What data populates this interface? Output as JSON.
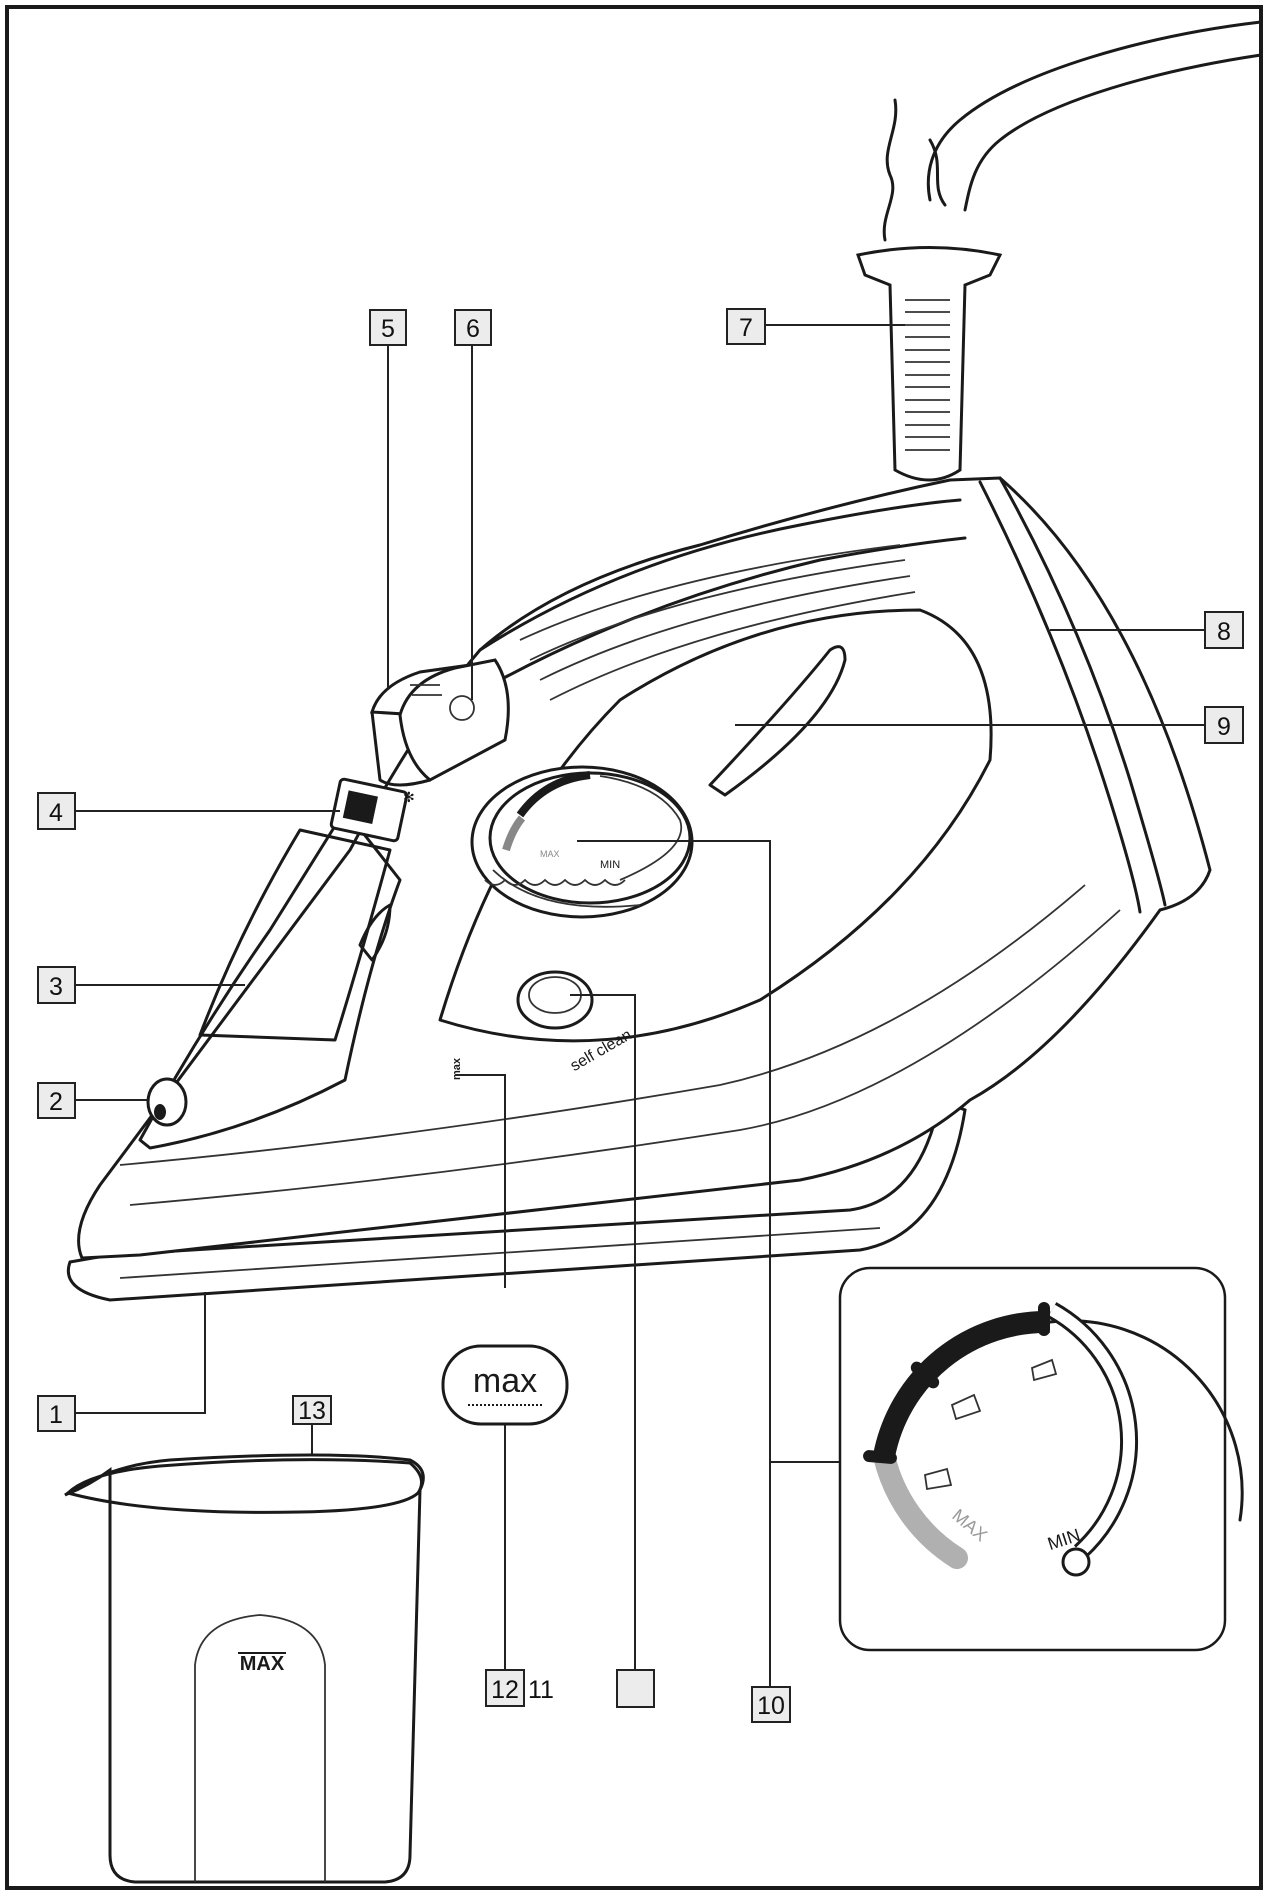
{
  "callouts": [
    {
      "id": "c1",
      "label": "1"
    },
    {
      "id": "c2",
      "label": "2"
    },
    {
      "id": "c3",
      "label": "3"
    },
    {
      "id": "c4",
      "label": "4"
    },
    {
      "id": "c5",
      "label": "5"
    },
    {
      "id": "c6",
      "label": "6"
    },
    {
      "id": "c7",
      "label": "7"
    },
    {
      "id": "c8",
      "label": "8"
    },
    {
      "id": "c9",
      "label": "9"
    },
    {
      "id": "c10",
      "label": "10"
    },
    {
      "id": "c12",
      "label": "12"
    },
    {
      "id": "c13",
      "label": "13"
    },
    {
      "id": "c11",
      "label": ""
    }
  ],
  "extra_label_11": "11",
  "iron_labels": {
    "self_clean": "self clean",
    "dial_max": "MAX",
    "dial_min": "MIN",
    "tank_max": "max"
  },
  "max_badge": "max",
  "jug_max": "MAX",
  "inset_dial": {
    "max_label": "MAX",
    "min_label": "MIN"
  },
  "colors": {
    "line": "#1a1a1a",
    "callout_fill": "#ececec",
    "steam_arc": "#b0b0b0"
  }
}
